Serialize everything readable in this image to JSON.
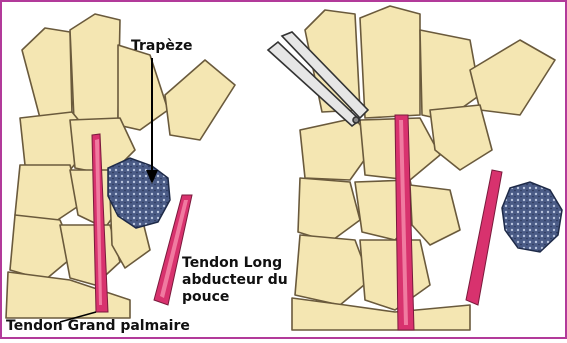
{
  "labels": {
    "trapeze": "Trapèze",
    "tendon_long_line1": "Tendon Long",
    "tendon_long_line2": "abducteur du",
    "tendon_long_line3": "pouce",
    "tendon_grand_palmaire": "Tendon Grand palmaire"
  },
  "colors": {
    "frame": "#b23a9a",
    "bone_fill": "#f4e6b2",
    "bone_outline": "#6a5a3c",
    "tendon": "#d8326e",
    "tendon_light": "#f07aa0",
    "trapezium_stone": "#3f4f7a",
    "background": "#ffffff"
  },
  "icons": {
    "scissors": "scissors-icon"
  }
}
